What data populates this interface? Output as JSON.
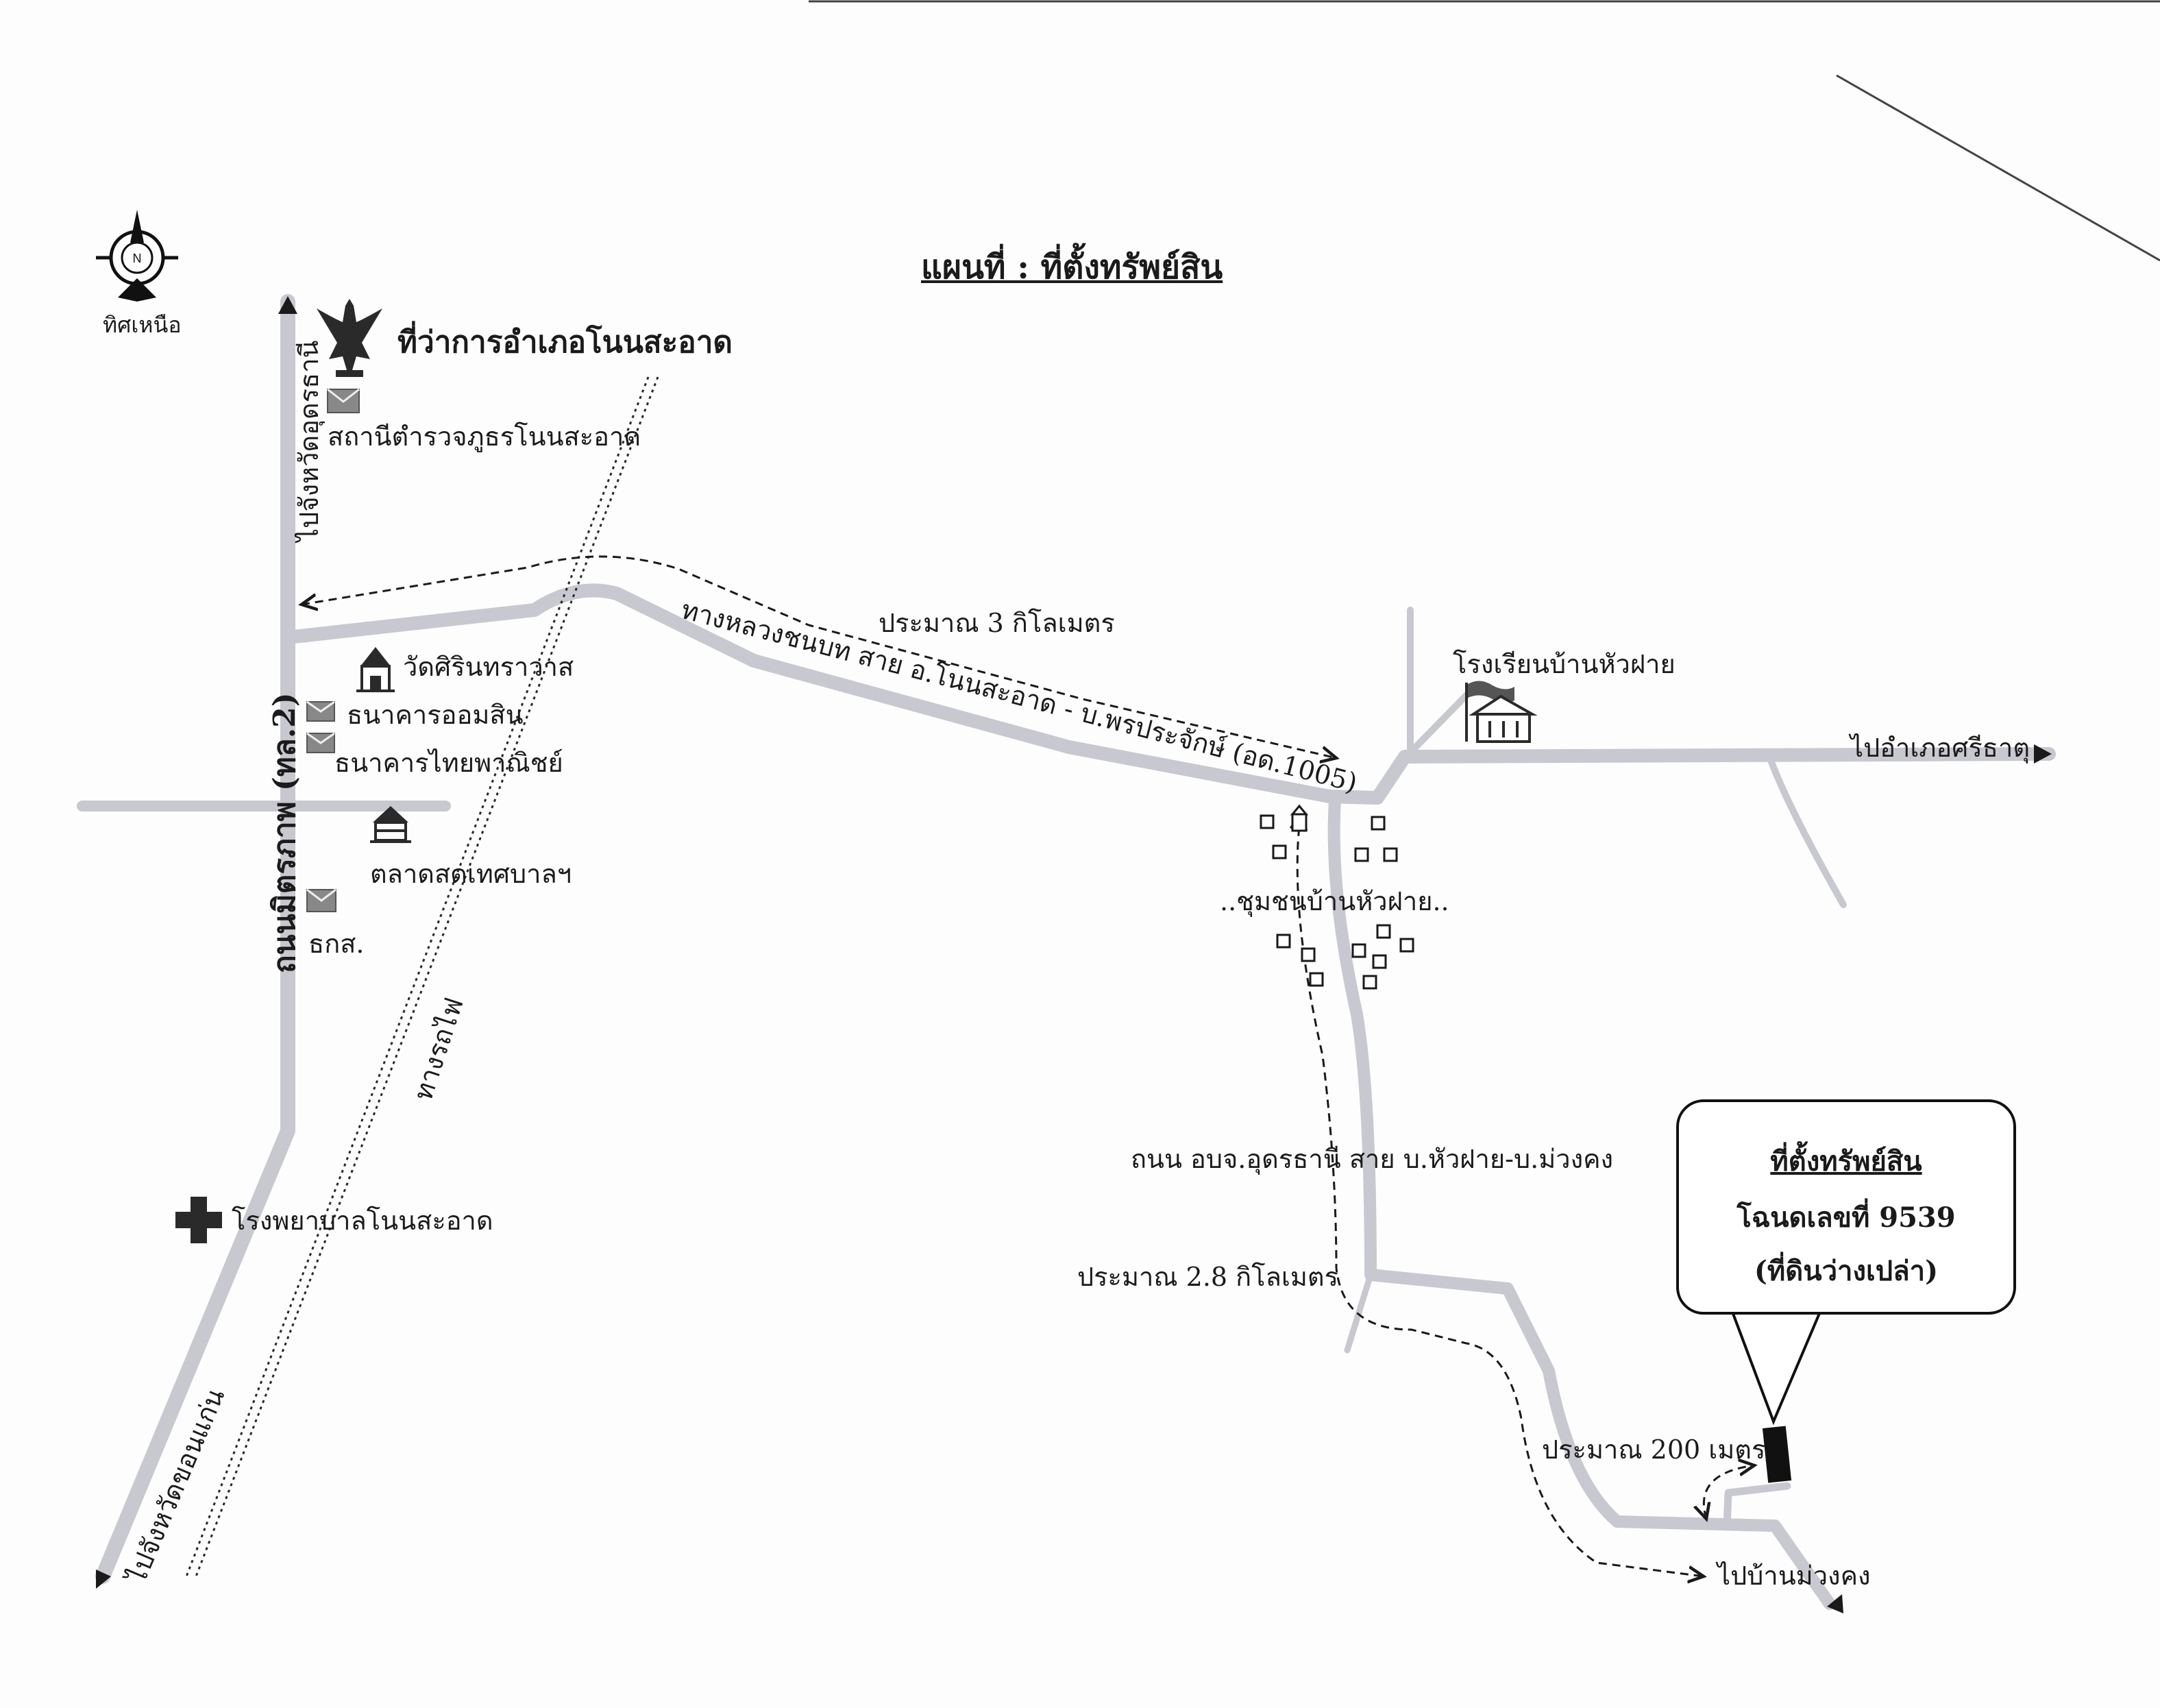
{
  "map": {
    "title": "แผนที่ : ที่ตั้งทรัพย์สิน",
    "north_label": "ทิศเหนือ",
    "roads": {
      "main_road": "ถนนมิตรภาพ (ทล.2)",
      "to_udon": "ไปจังหวัดอุดรธานี",
      "to_khonkaen": "ไปจังหวัดขอนแก่น",
      "railway": "ทางรถไฟ",
      "rural_road": "ทางหลวงชนบท  สาย อ.โนนสะอาด - บ.พรประจักษ์ (อด.1005)",
      "to_si_that": "ไปอำเภอศรีธาตุ",
      "pao_road": "ถนน อบจ.อุดรธานี สาย บ.หัวฝาย-บ.ม่วงคง",
      "to_muang_khong": "ไปบ้านม่วงคง"
    },
    "places": {
      "district_office": "ที่ว่าการอำเภอโนนสะอาด",
      "police_station": "สถานีตำรวจภูธรโนนสะอาด",
      "temple": "วัดศิรินทราวาส",
      "gsb_bank": "ธนาคารออมสิน",
      "scb_bank": "ธนาคารไทยพาณิชย์",
      "market": "ตลาดสดเทศบาลฯ",
      "baac": "ธกส.",
      "hospital": "โรงพยาบาลโนนสะอาด",
      "school": "โรงเรียนบ้านหัวฝาย",
      "community": "..ชุมชนบ้านหัวฝาย.."
    },
    "distances": {
      "d1": "ประมาณ 3 กิโลเมตร",
      "d2": "ประมาณ 2.8 กิโลเมตร",
      "d3": "ประมาณ 200 เมตร"
    },
    "property": {
      "heading": "ที่ตั้งทรัพย์สิน",
      "deed": "โฉนดเลขที่ 9539",
      "note": "(ที่ดินว่างเปล่า)"
    },
    "colors": {
      "road": "#c8c8d0",
      "line": "#1a1a1a",
      "background": "#fdfdfe"
    },
    "icons": [
      "north-arrow-icon",
      "garuda-emblem-icon",
      "building-icon",
      "temple-icon",
      "market-icon",
      "hospital-cross-icon",
      "school-icon",
      "house-icon",
      "property-marker-icon"
    ]
  }
}
